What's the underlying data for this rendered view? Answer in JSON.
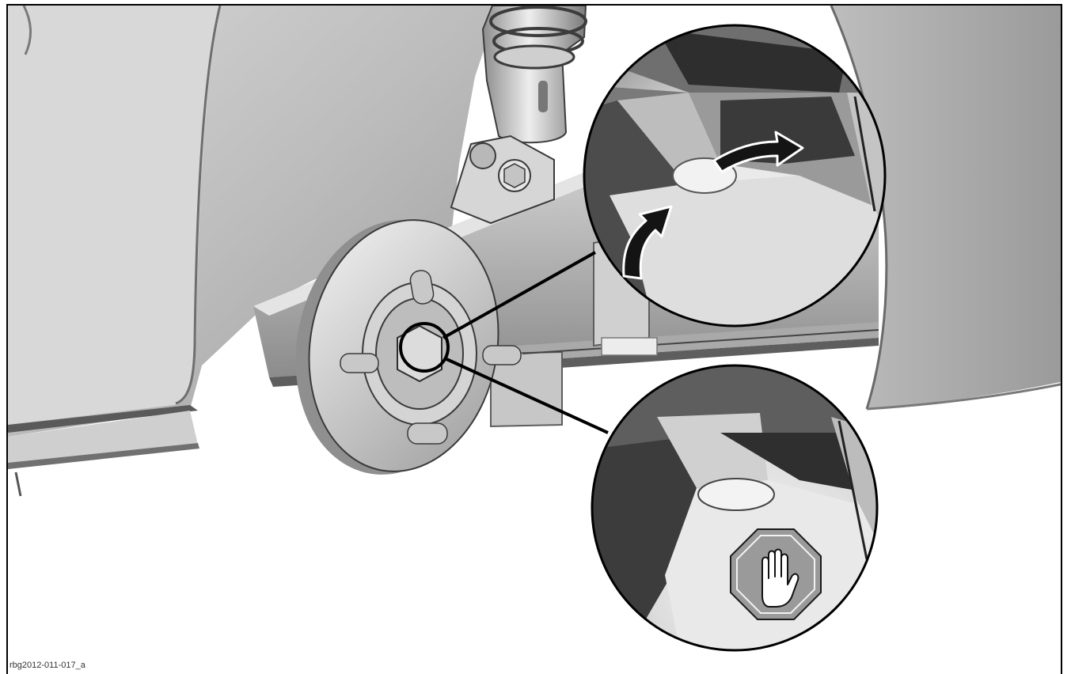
{
  "figure": {
    "caption": "rbg2012-011-017_a"
  },
  "callouts": [
    {
      "name": "upper-detail-magnifier",
      "arrows": [
        "first-rotation-arrow",
        "second-rotation-arrow"
      ]
    },
    {
      "name": "lower-detail-magnifier",
      "symbol": "stop-hand-icon"
    }
  ],
  "colors": {
    "frame": "#000000",
    "fender": "#c9c9c9",
    "fender_shadow": "#8a8a8a",
    "metal_light": "#e6e6e6",
    "metal_mid": "#a8a8a8",
    "metal_dark": "#4a4a4a",
    "stop_sign_fill": "#9a9a9a"
  }
}
